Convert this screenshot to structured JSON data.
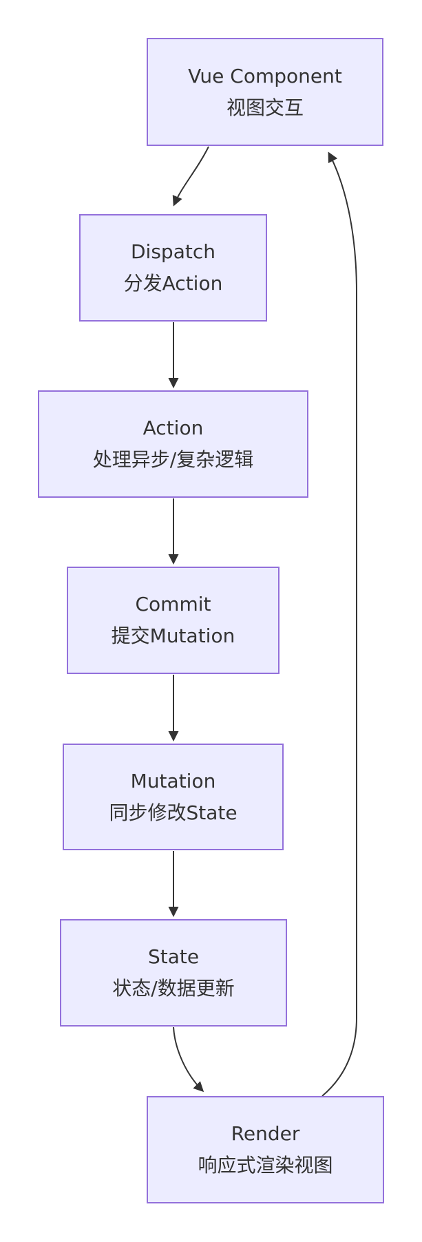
{
  "diagram": {
    "type": "flowchart",
    "direction": "top-down",
    "colors": {
      "background": "#FFFFFF",
      "node_fill": "#ECECFF",
      "node_border": "#9370DB",
      "text": "#333333",
      "arrow": "#333333"
    },
    "nodes": [
      {
        "id": "vue-component",
        "title": "Vue Component",
        "subtitle": "视图交互"
      },
      {
        "id": "dispatch",
        "title": "Dispatch",
        "subtitle": "分发Action"
      },
      {
        "id": "action",
        "title": "Action",
        "subtitle": "处理异步/复杂逻辑"
      },
      {
        "id": "commit",
        "title": "Commit",
        "subtitle": "提交Mutation"
      },
      {
        "id": "mutation",
        "title": "Mutation",
        "subtitle": "同步修改State"
      },
      {
        "id": "state",
        "title": "State",
        "subtitle": "状态/数据更新"
      },
      {
        "id": "render",
        "title": "Render",
        "subtitle": "响应式渲染视图"
      }
    ],
    "edges": [
      {
        "from": "Vue Component",
        "to": "Dispatch"
      },
      {
        "from": "Dispatch",
        "to": "Action"
      },
      {
        "from": "Action",
        "to": "Commit"
      },
      {
        "from": "Commit",
        "to": "Mutation"
      },
      {
        "from": "Mutation",
        "to": "State"
      },
      {
        "from": "State",
        "to": "Render"
      },
      {
        "from": "Render",
        "to": "Vue Component"
      }
    ]
  }
}
